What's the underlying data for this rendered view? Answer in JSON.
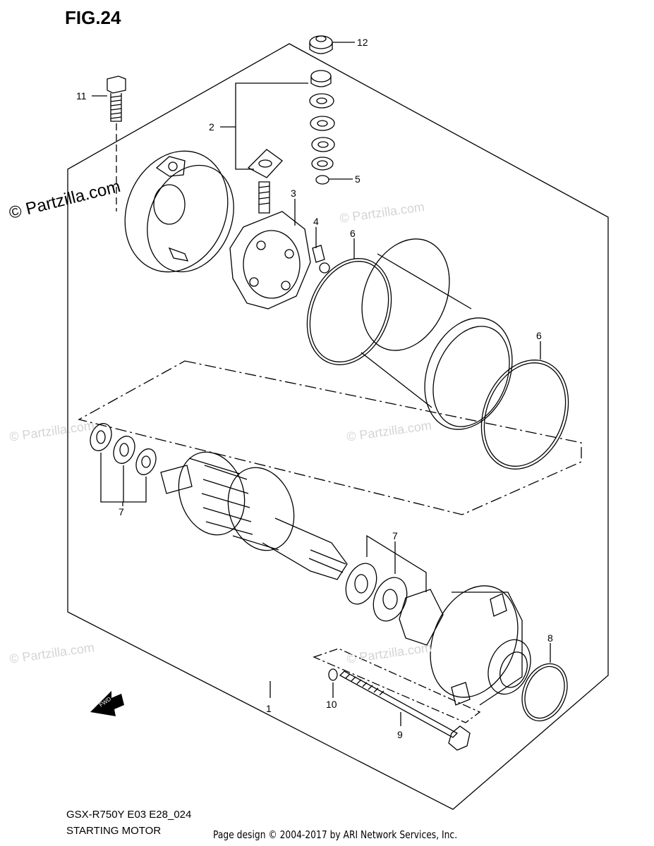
{
  "figure": {
    "title": "FIG.24",
    "model_code": "GSX-R750Y E03 E28_024",
    "subtitle": "STARTING MOTOR",
    "credit": "Page design © 2004-2017 by ARI Network Services, Inc."
  },
  "watermark": {
    "main": "© Partzilla.com",
    "faded": "© Partzilla.com"
  },
  "fwd_label": "FWD",
  "callouts": [
    {
      "id": "c1",
      "label": "1"
    },
    {
      "id": "c2",
      "label": "2"
    },
    {
      "id": "c3",
      "label": "3"
    },
    {
      "id": "c4",
      "label": "4"
    },
    {
      "id": "c5",
      "label": "5"
    },
    {
      "id": "c6a",
      "label": "6"
    },
    {
      "id": "c6b",
      "label": "6"
    },
    {
      "id": "c7a",
      "label": "7"
    },
    {
      "id": "c7b",
      "label": "7"
    },
    {
      "id": "c8",
      "label": "8"
    },
    {
      "id": "c9",
      "label": "9"
    },
    {
      "id": "c10",
      "label": "10"
    },
    {
      "id": "c11",
      "label": "11"
    },
    {
      "id": "c12",
      "label": "12"
    }
  ]
}
